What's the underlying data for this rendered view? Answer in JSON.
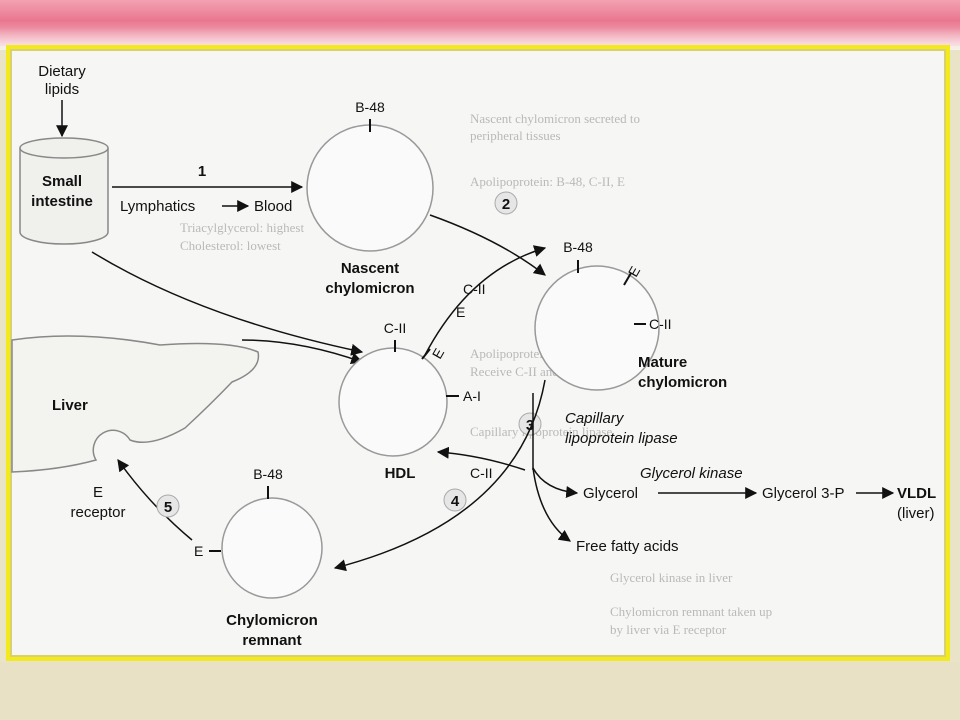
{
  "labels": {
    "dietary_lipids_1": "Dietary",
    "dietary_lipids_2": "lipids",
    "small_intestine_1": "Small",
    "small_intestine_2": "intestine",
    "lymphatics": "Lymphatics",
    "blood": "Blood",
    "step1": "1",
    "step2": "2",
    "step3": "3",
    "step4": "4",
    "step5": "5",
    "nascent_1": "Nascent",
    "nascent_2": "chylomicron",
    "nascent_b48": "B-48",
    "mature_1": "Mature",
    "mature_2": "chylomicron",
    "mature_b48": "B-48",
    "mature_e": "E",
    "mature_c2": "C-II",
    "transfer_c2": "C-II",
    "transfer_e": "E",
    "hdl": "HDL",
    "hdl_c2": "C-II",
    "hdl_e": "E",
    "hdl_a1": "A-I",
    "return_c2": "C-II",
    "liver": "Liver",
    "e_receptor_1": "E",
    "e_receptor_2": "receptor",
    "remnant_1": "Chylomicron",
    "remnant_2": "remnant",
    "remnant_b48": "B-48",
    "remnant_e": "E",
    "lipase_1": "Capillary",
    "lipase_2": "lipoprotein lipase",
    "glycerol": "Glycerol",
    "glycerol_kinase": "Glycerol kinase",
    "glycerol_3p": "Glycerol 3-P",
    "vldl_1": "VLDL",
    "vldl_2": "(liver)",
    "ffa": "Free fatty acids"
  },
  "ghost_text": [
    "Nascent chylomicron secreted to",
    "peripheral tissues",
    "Apolipoprotein: B-48, C-II, E",
    "Triacylglycerol: highest",
    "Cholesterol: lowest",
    "Apolipoprotein: B-48, C-II, E",
    "Receive C-II and E from HDL",
    "Capillary lipoprotein lipase",
    "Glycerol kinase in liver",
    "Chylomicron remnant taken up",
    "by liver via E receptor"
  ],
  "colors": {
    "frame_border": "#f2ea1c",
    "top_band": "#e9768f",
    "ink": "#111111",
    "background": "#f6f6f4"
  }
}
